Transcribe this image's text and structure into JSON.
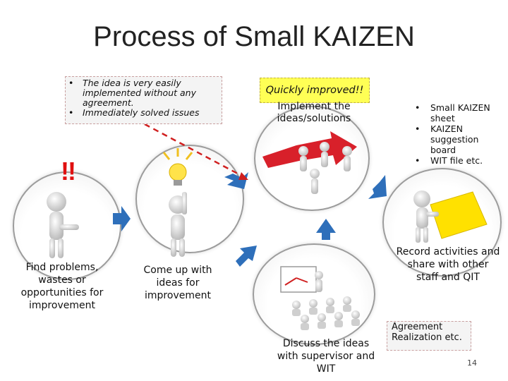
{
  "title": "Process of Small KAIZEN",
  "idea_box": {
    "bullets": [
      "The idea is very easily implemented without any agreement.",
      "Immediately solved issues"
    ]
  },
  "quick_box": {
    "text": "Quickly improved!!"
  },
  "exclaim": "!!",
  "steps": [
    {
      "label": "Find problems, wastes or opportunities for improvement"
    },
    {
      "label": "Come up with ideas for improvement"
    },
    {
      "label": "Implement the ideas/solutions"
    },
    {
      "label": "Discuss the ideas with supervisor and WIT"
    },
    {
      "label": "Record activities and share with other staff and QIT"
    }
  ],
  "tools_box": {
    "bullets": [
      "Small KAIZEN sheet",
      "KAIZEN suggestion board",
      "WIT file etc."
    ]
  },
  "agreement_box": {
    "text": "Agreement Realization etc."
  },
  "page_number": "14",
  "colors": {
    "arrow_blue": "#2e6fba",
    "quick_yellow": "#ffff55",
    "exclaim_red": "#e01010",
    "dashed_red": "#d02020",
    "figure_gray": "#d0d0d0"
  }
}
